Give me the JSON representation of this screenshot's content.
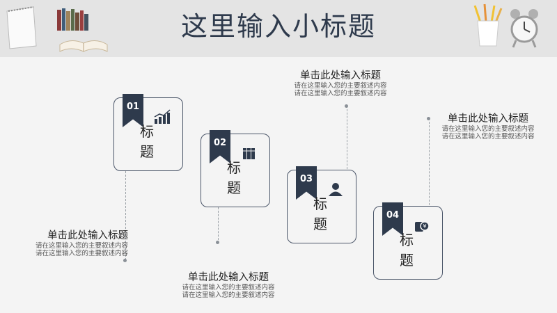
{
  "slide_title": "这里输入小标题",
  "cards": [
    {
      "num": "01",
      "label": "标 题",
      "icon": "bar-chart-icon"
    },
    {
      "num": "02",
      "label": "标 题",
      "icon": "books-icon"
    },
    {
      "num": "03",
      "label": "标 题",
      "icon": "user-icon"
    },
    {
      "num": "04",
      "label": "标 题",
      "icon": "money-icon"
    }
  ],
  "text_blocks": [
    {
      "title": "单击此处输入标题",
      "line1": "请在这里输入您的主要叙述内容",
      "line2": "请在这里输入您的主要叙述内容"
    },
    {
      "title": "单击此处输入标题",
      "line1": "请在这里输入您的主要叙述内容",
      "line2": "请在这里输入您的主要叙述内容"
    },
    {
      "title": "单击此处输入标题",
      "line1": "请在这里输入您的主要叙述内容",
      "line2": "请在这里输入您的主要叙述内容"
    },
    {
      "title": "单击此处输入标题",
      "line1": "请在这里输入您的主要叙述内容",
      "line2": "请在这里输入您的主要叙述内容"
    }
  ],
  "colors": {
    "accent": "#2e3a4c",
    "header_bg": "#e4e4e4",
    "page_bg": "#f4f4f4"
  }
}
